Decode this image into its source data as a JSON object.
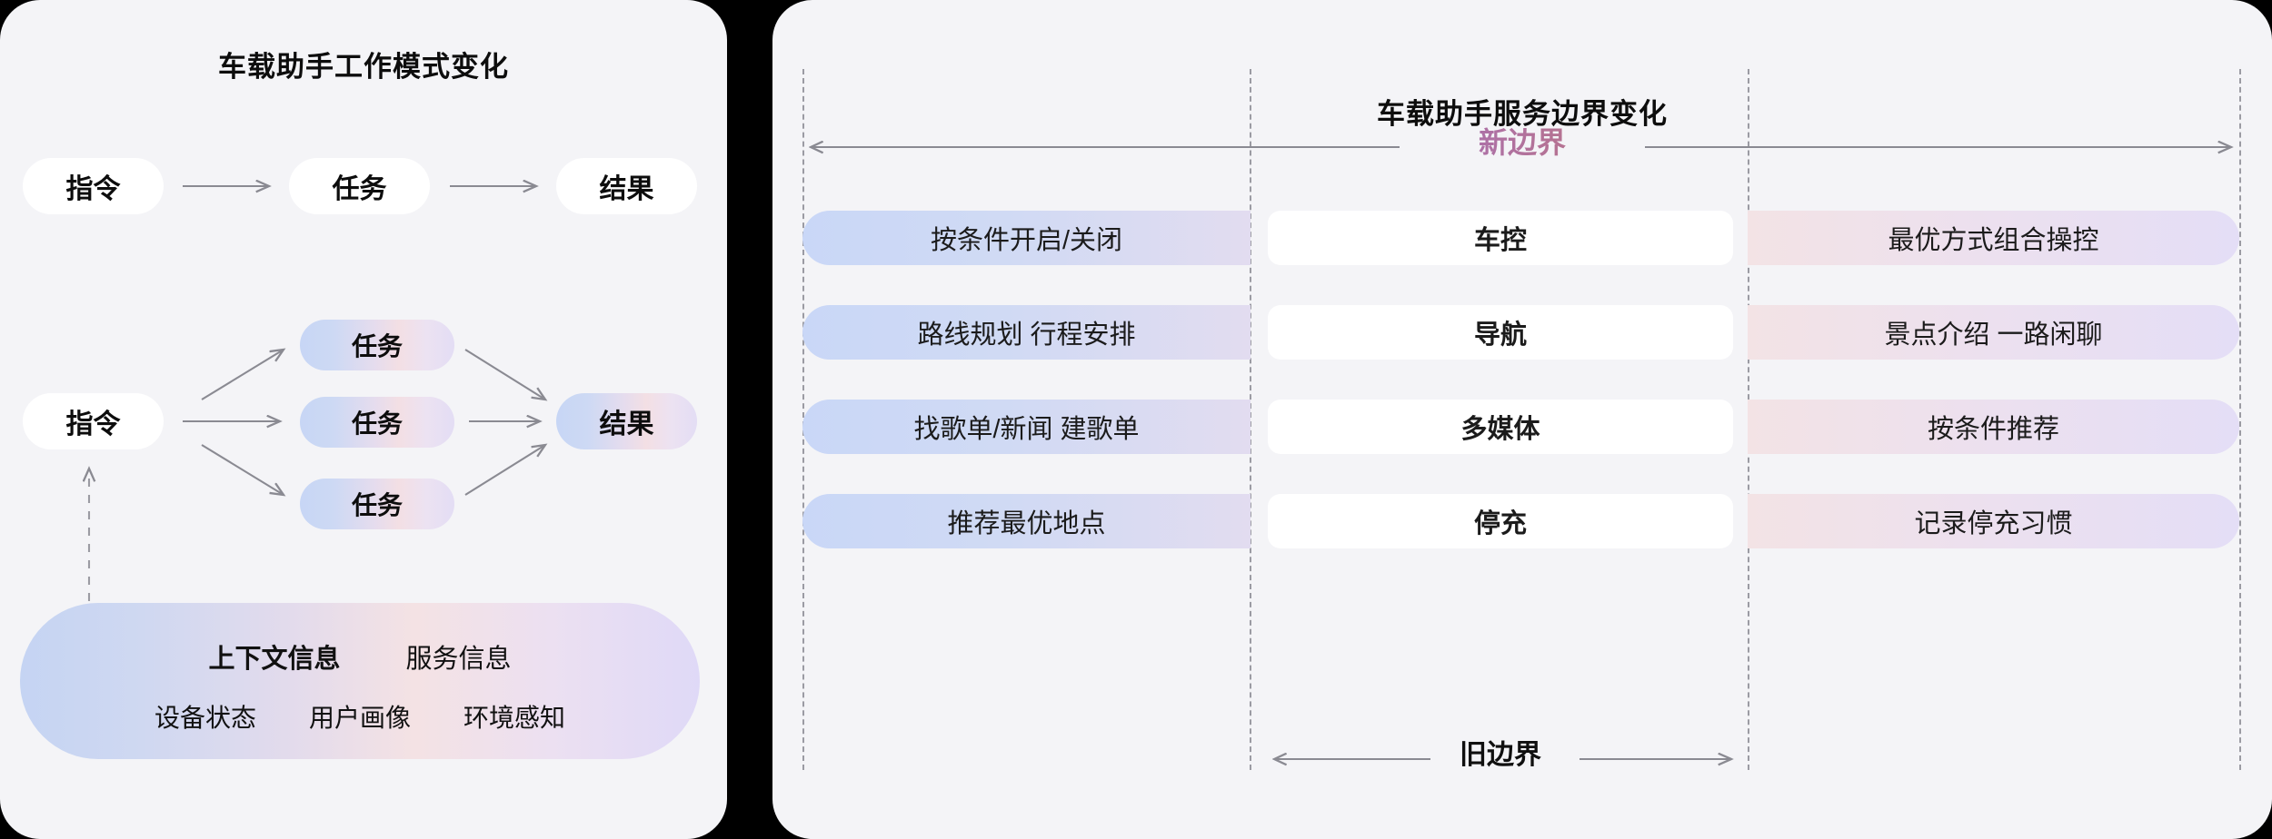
{
  "left_panel": {
    "title": "车载助手工作模式变化",
    "flow_simple": {
      "nodes": [
        "指令",
        "任务",
        "结果"
      ],
      "arrow_icons": [
        "arrow-right-icon",
        "arrow-right-icon"
      ]
    },
    "flow_parallel": {
      "command": "指令",
      "tasks": [
        "任务",
        "任务",
        "任务"
      ],
      "result": "结果"
    },
    "context_box": {
      "row1": [
        "上下文信息",
        "服务信息"
      ],
      "row2": [
        "设备状态",
        "用户画像",
        "环境感知"
      ]
    }
  },
  "right_panel": {
    "title": "车载助手服务边界变化",
    "new_boundary_label": "新边界",
    "old_boundary_label": "旧边界",
    "rows": [
      {
        "left": "按条件开启/关闭",
        "center": "车控",
        "right": "最优方式组合操控"
      },
      {
        "left": "路线规划 行程安排",
        "center": "导航",
        "right": "景点介绍 一路闲聊"
      },
      {
        "left": "找歌单/新闻 建歌单",
        "center": "多媒体",
        "right": "按条件推荐"
      },
      {
        "left": "推荐最优地点",
        "center": "停充",
        "right": "记录停充习惯"
      }
    ]
  },
  "colors": {
    "background": "#000000",
    "panel_bg": "#f4f4f7",
    "pill_white": "#ffffff",
    "gradient_blue": "#c9d7f7",
    "gradient_pink": "#f3e3e5",
    "gradient_purple": "#e4def6",
    "dashed_line": "#9b9ba3",
    "arrow": "#8a8a92",
    "text": "#0d0d0d",
    "new_boundary_gradient_start": "#7b74e8",
    "new_boundary_gradient_end": "#ef8a4a"
  }
}
